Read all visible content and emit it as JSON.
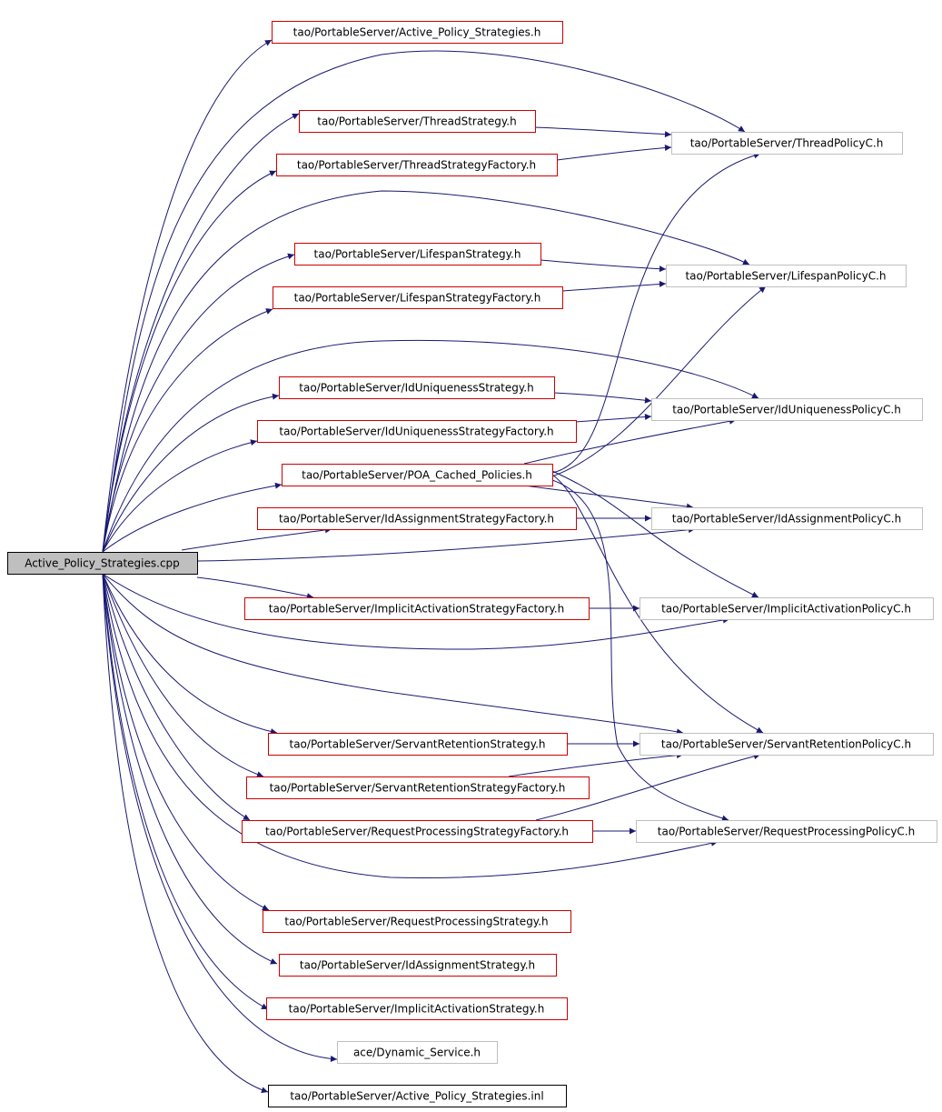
{
  "diagram": {
    "root": {
      "id": "root",
      "label": "Active_Policy_Strategies.cpp",
      "style": "root"
    },
    "nodes": [
      {
        "id": "aps_h",
        "label": "tao/PortableServer/Active_Policy_Strategies.h",
        "style": "red"
      },
      {
        "id": "ts_h",
        "label": "tao/PortableServer/ThreadStrategy.h",
        "style": "red"
      },
      {
        "id": "tsf_h",
        "label": "tao/PortableServer/ThreadStrategyFactory.h",
        "style": "red"
      },
      {
        "id": "tp_h",
        "label": "tao/PortableServer/ThreadPolicyC.h",
        "style": "gray"
      },
      {
        "id": "ls_h",
        "label": "tao/PortableServer/LifespanStrategy.h",
        "style": "red"
      },
      {
        "id": "lsf_h",
        "label": "tao/PortableServer/LifespanStrategyFactory.h",
        "style": "red"
      },
      {
        "id": "lp_h",
        "label": "tao/PortableServer/LifespanPolicyC.h",
        "style": "gray"
      },
      {
        "id": "ius_h",
        "label": "tao/PortableServer/IdUniquenessStrategy.h",
        "style": "red"
      },
      {
        "id": "iusf_h",
        "label": "tao/PortableServer/IdUniquenessStrategyFactory.h",
        "style": "red"
      },
      {
        "id": "iup_h",
        "label": "tao/PortableServer/IdUniquenessPolicyC.h",
        "style": "gray"
      },
      {
        "id": "poa_h",
        "label": "tao/PortableServer/POA_Cached_Policies.h",
        "style": "red"
      },
      {
        "id": "iasf_h",
        "label": "tao/PortableServer/IdAssignmentStrategyFactory.h",
        "style": "red"
      },
      {
        "id": "iap_h",
        "label": "tao/PortableServer/IdAssignmentPolicyC.h",
        "style": "gray"
      },
      {
        "id": "iacsf_h",
        "label": "tao/PortableServer/ImplicitActivationStrategyFactory.h",
        "style": "red"
      },
      {
        "id": "iacp_h",
        "label": "tao/PortableServer/ImplicitActivationPolicyC.h",
        "style": "gray"
      },
      {
        "id": "srs_h",
        "label": "tao/PortableServer/ServantRetentionStrategy.h",
        "style": "red"
      },
      {
        "id": "srsf_h",
        "label": "tao/PortableServer/ServantRetentionStrategyFactory.h",
        "style": "red"
      },
      {
        "id": "srp_h",
        "label": "tao/PortableServer/ServantRetentionPolicyC.h",
        "style": "gray"
      },
      {
        "id": "rpsf_h",
        "label": "tao/PortableServer/RequestProcessingStrategyFactory.h",
        "style": "red"
      },
      {
        "id": "rpp_h",
        "label": "tao/PortableServer/RequestProcessingPolicyC.h",
        "style": "gray"
      },
      {
        "id": "rps_h",
        "label": "tao/PortableServer/RequestProcessingStrategy.h",
        "style": "red"
      },
      {
        "id": "ias_h",
        "label": "tao/PortableServer/IdAssignmentStrategy.h",
        "style": "red"
      },
      {
        "id": "iacs_h",
        "label": "tao/PortableServer/ImplicitActivationStrategy.h",
        "style": "red"
      },
      {
        "id": "dyn_h",
        "label": "ace/Dynamic_Service.h",
        "style": "gray"
      },
      {
        "id": "aps_inl",
        "label": "tao/PortableServer/Active_Policy_Strategies.inl",
        "style": "black"
      }
    ],
    "edges": [
      [
        "root",
        "aps_h"
      ],
      [
        "root",
        "tp_h"
      ],
      [
        "root",
        "ts_h"
      ],
      [
        "root",
        "tsf_h"
      ],
      [
        "root",
        "lp_h"
      ],
      [
        "root",
        "ls_h"
      ],
      [
        "root",
        "lsf_h"
      ],
      [
        "root",
        "iup_h"
      ],
      [
        "root",
        "ius_h"
      ],
      [
        "root",
        "iusf_h"
      ],
      [
        "root",
        "poa_h"
      ],
      [
        "root",
        "iasf_h"
      ],
      [
        "root",
        "iap_h"
      ],
      [
        "root",
        "iacsf_h"
      ],
      [
        "root",
        "iacp_h"
      ],
      [
        "root",
        "srp_h"
      ],
      [
        "root",
        "srs_h"
      ],
      [
        "root",
        "srsf_h"
      ],
      [
        "root",
        "rpsf_h"
      ],
      [
        "root",
        "rpp_h"
      ],
      [
        "root",
        "rps_h"
      ],
      [
        "root",
        "ias_h"
      ],
      [
        "root",
        "iacs_h"
      ],
      [
        "root",
        "dyn_h"
      ],
      [
        "root",
        "aps_inl"
      ],
      [
        "ts_h",
        "tp_h"
      ],
      [
        "tsf_h",
        "tp_h"
      ],
      [
        "ls_h",
        "lp_h"
      ],
      [
        "lsf_h",
        "lp_h"
      ],
      [
        "ius_h",
        "iup_h"
      ],
      [
        "iusf_h",
        "iup_h"
      ],
      [
        "poa_h",
        "tp_h"
      ],
      [
        "poa_h",
        "lp_h"
      ],
      [
        "poa_h",
        "iup_h"
      ],
      [
        "poa_h",
        "iap_h"
      ],
      [
        "poa_h",
        "iacp_h"
      ],
      [
        "poa_h",
        "srp_h"
      ],
      [
        "poa_h",
        "rpp_h"
      ],
      [
        "iasf_h",
        "iap_h"
      ],
      [
        "iacsf_h",
        "iacp_h"
      ],
      [
        "srs_h",
        "srp_h"
      ],
      [
        "srsf_h",
        "srp_h"
      ],
      [
        "rpsf_h",
        "rpp_h"
      ],
      [
        "rpsf_h",
        "srp_h"
      ]
    ],
    "colors": {
      "edge": "#191970",
      "red_border": "#cc0000",
      "gray_border": "#bfbfbf",
      "black_border": "#000000",
      "root_fill": "#bfbfbf"
    }
  }
}
